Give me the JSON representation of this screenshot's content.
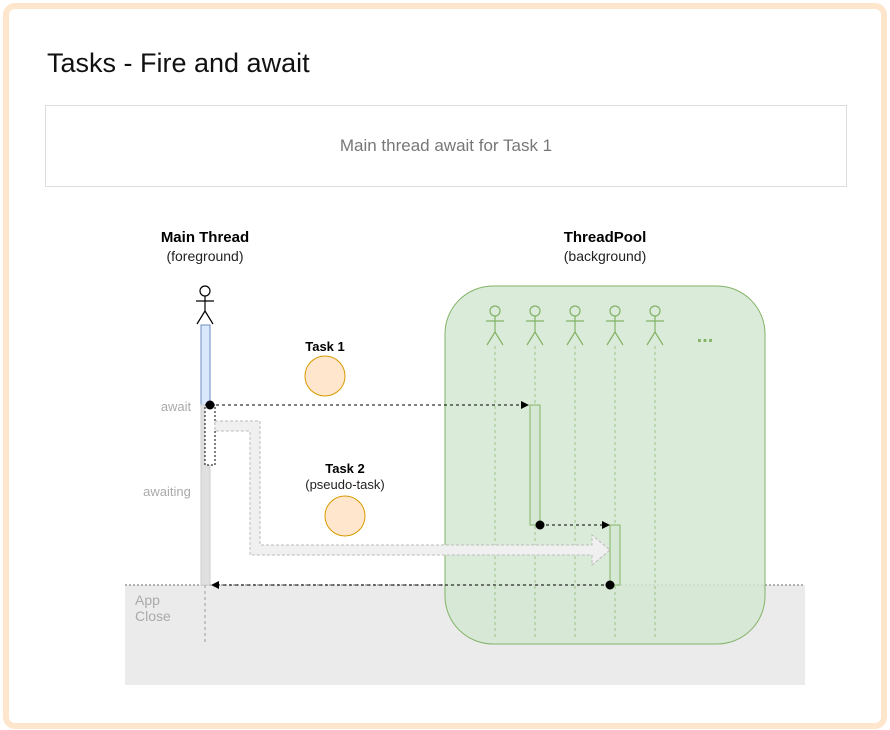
{
  "page": {
    "title": "Tasks - Fire and await",
    "subtitle": "Main thread await for Task 1"
  },
  "main_thread": {
    "label": "Main Thread",
    "sublabel": "(foreground)",
    "await_label": "await",
    "awaiting_label": "awaiting"
  },
  "thread_pool": {
    "label": "ThreadPool",
    "sublabel": "(background)",
    "ellipsis": "..."
  },
  "task1": {
    "label": "Task 1"
  },
  "task2": {
    "label": "Task 2",
    "sublabel": "(pseudo-task)"
  },
  "app_close": {
    "line1": "App",
    "line2": "Close"
  },
  "colors": {
    "frame_border": "#fde6cc",
    "pool_fill": "#d5e8d4",
    "pool_stroke": "#82b366",
    "task_fill": "#ffe6cc",
    "task_stroke": "#d79b00",
    "main_bar_fill": "#dae8fc",
    "main_bar_stroke": "#6c8ebf",
    "close_zone_fill": "#ebebeb",
    "muted_text": "#aaaaaa"
  }
}
